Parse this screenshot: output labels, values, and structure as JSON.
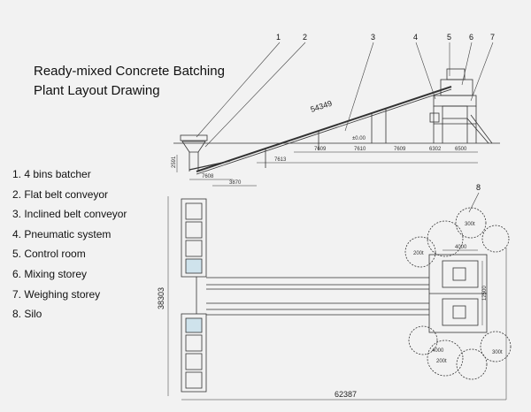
{
  "title": {
    "line1": "Ready-mixed Concrete Batching",
    "line2": "Plant Layout Drawing"
  },
  "legend": [
    "1. 4 bins batcher",
    "2. Flat belt conveyor",
    "3. Inclined belt conveyor",
    "4. Pneumatic system",
    "5. Control room",
    "6. Mixing storey",
    "7. Weighing storey",
    "8. Silo"
  ],
  "callouts": [
    "1",
    "2",
    "3",
    "4",
    "5",
    "6",
    "7",
    "8"
  ],
  "dimensions": {
    "belt_length": "54349",
    "elevation_mark": "±0.00",
    "d7608": "7608",
    "d3870": "3870",
    "d7613": "7613",
    "d7609a": "7609",
    "d7610": "7610",
    "d7609b": "7609",
    "d6302": "6302",
    "d6500": "6500",
    "height": "2591",
    "plan_height": "38303",
    "plan_width": "62387",
    "d4000": "4000",
    "d12500": "12500",
    "d4000b": "4000"
  },
  "silo_labels": [
    "300t",
    "200t",
    "200t",
    "300t"
  ]
}
